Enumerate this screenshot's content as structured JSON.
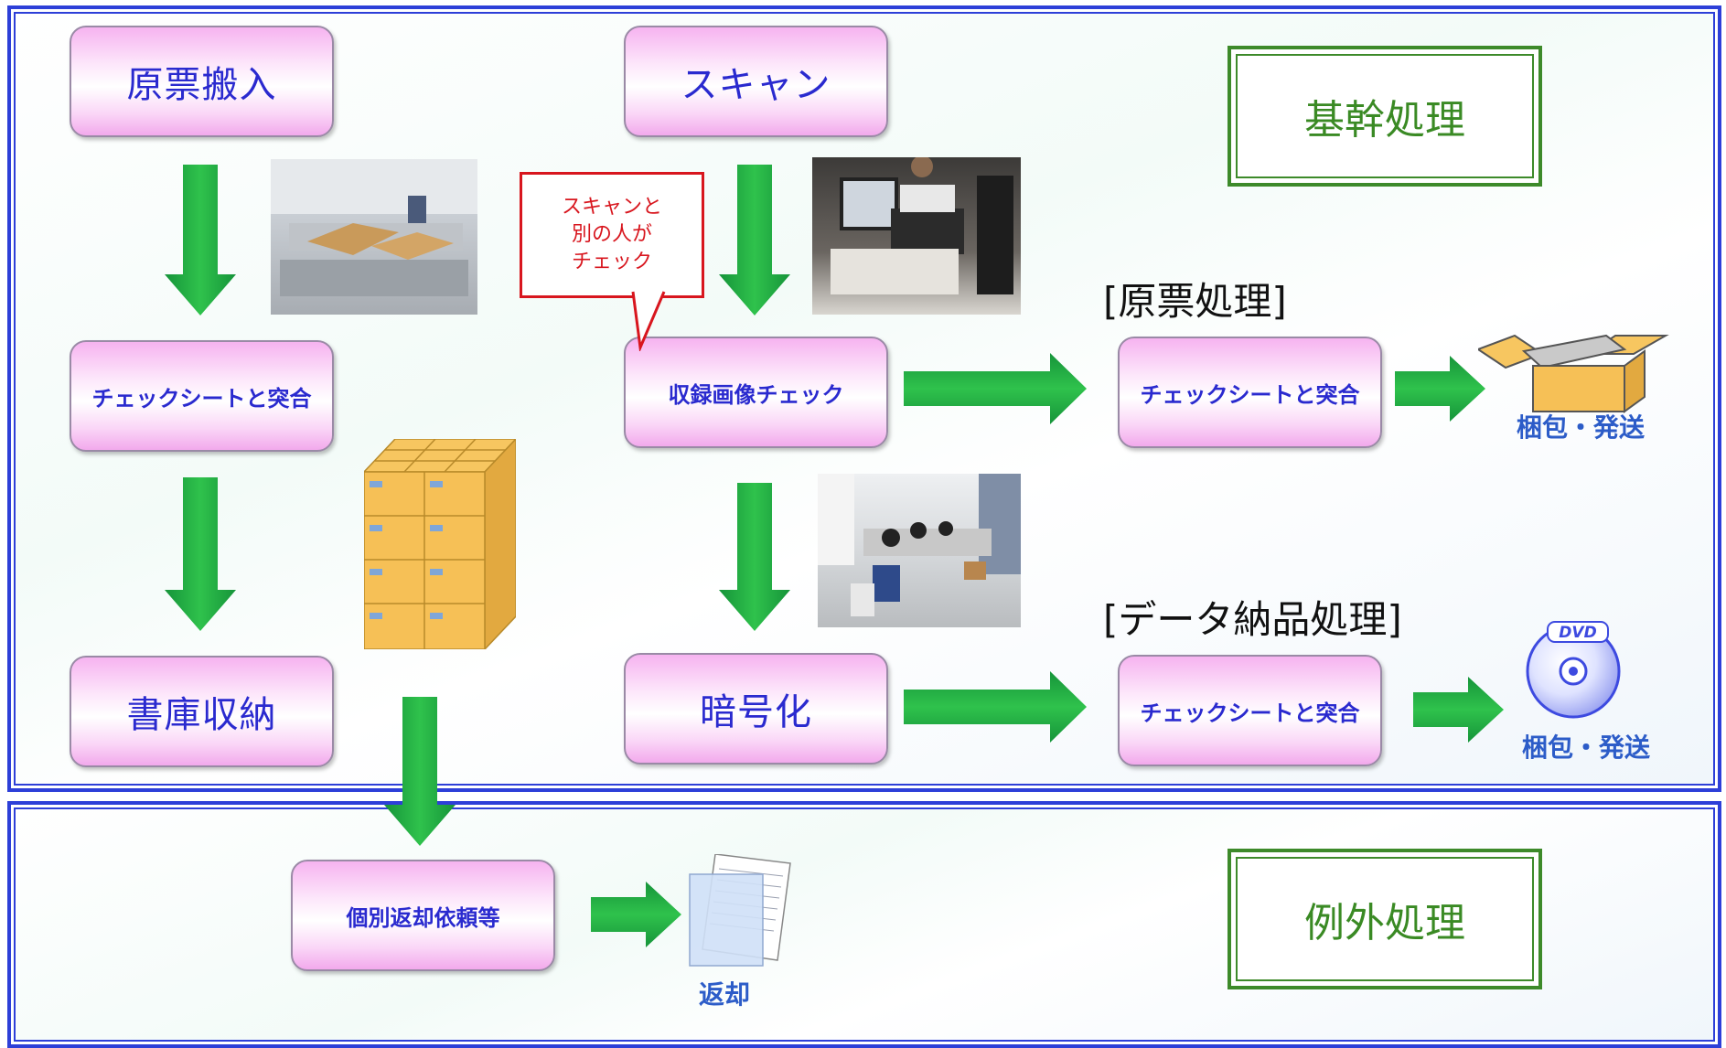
{
  "main_panel": {
    "label": "基幹処理",
    "steps": {
      "intake": "原票搬入",
      "scan": "スキャン",
      "check_sheet_left": "チェックシートと突合",
      "image_check": "収録画像チェック",
      "storage": "書庫収納",
      "encrypt": "暗号化"
    },
    "callout": [
      "スキャンと",
      "別の人が",
      "チェック"
    ],
    "original_section": {
      "title": "[原票処理]",
      "step": "チェックシートと突合",
      "result": "梱包・発送"
    },
    "data_section": {
      "title": "[データ納品処理]",
      "step": "チェックシートと突合",
      "result": "梱包・発送",
      "disc_label": "DVD"
    }
  },
  "exception_panel": {
    "label": "例外処理",
    "step": "個別返却依頼等",
    "result": "返却"
  },
  "colors": {
    "panel_border": "#2d3fd8",
    "arrow_green": "#1ea33a",
    "box_text": "#2a2acf",
    "label_green": "#3a8a24",
    "callout_red": "#d8161e"
  }
}
